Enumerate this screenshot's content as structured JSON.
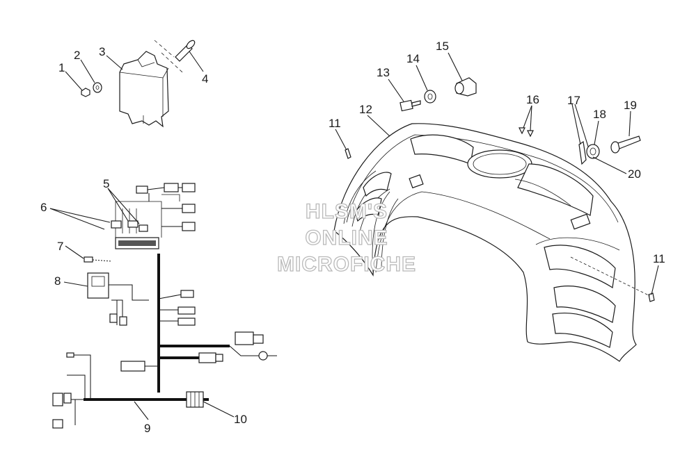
{
  "watermark": {
    "line1": "HLSM'S",
    "line2": "ONLINE",
    "line3": "MICROFICHE"
  },
  "callouts": [
    {
      "id": "1",
      "text": "1"
    },
    {
      "id": "2",
      "text": "2"
    },
    {
      "id": "3",
      "text": "3"
    },
    {
      "id": "4",
      "text": "4"
    },
    {
      "id": "5",
      "text": "5"
    },
    {
      "id": "6",
      "text": "6"
    },
    {
      "id": "7",
      "text": "7"
    },
    {
      "id": "8",
      "text": "8"
    },
    {
      "id": "9",
      "text": "9"
    },
    {
      "id": "10",
      "text": "10"
    },
    {
      "id": "11a",
      "text": "11"
    },
    {
      "id": "11b",
      "text": "11"
    },
    {
      "id": "12",
      "text": "12"
    },
    {
      "id": "13",
      "text": "13"
    },
    {
      "id": "14",
      "text": "14"
    },
    {
      "id": "15",
      "text": "15"
    },
    {
      "id": "16",
      "text": "16"
    },
    {
      "id": "17",
      "text": "17"
    },
    {
      "id": "18",
      "text": "18"
    },
    {
      "id": "19",
      "text": "19"
    },
    {
      "id": "20",
      "text": "20"
    }
  ]
}
